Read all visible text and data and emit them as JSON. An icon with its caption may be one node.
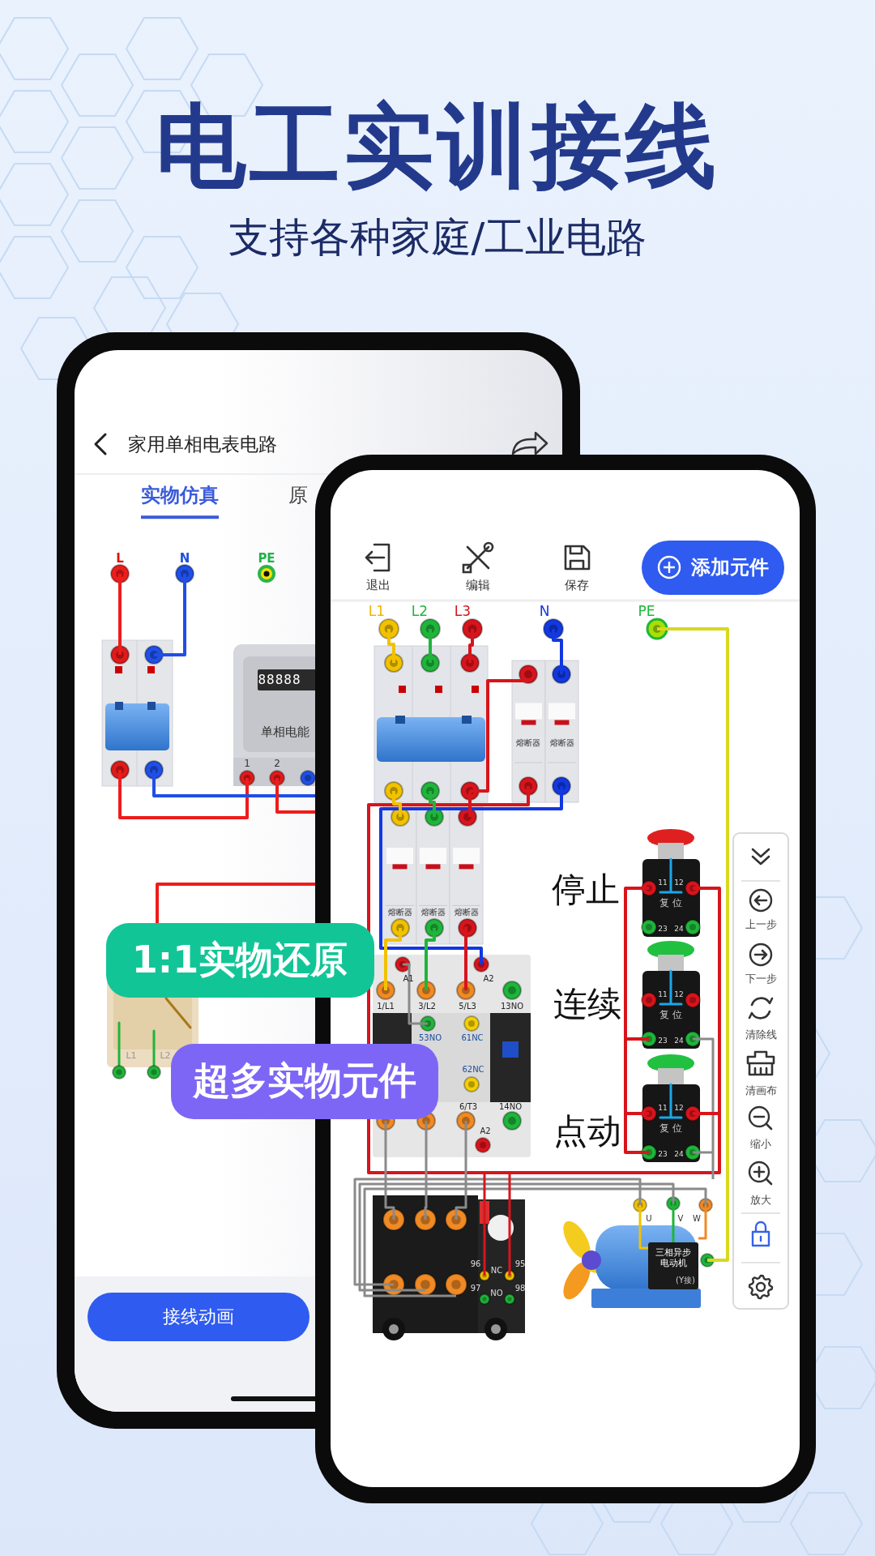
{
  "diagram": {
    "title": "电工实训接线",
    "labels": [
      "支持各种家庭/工业电路",
      "家用单相电表电路",
      "实物仿真",
      "原",
      "88888",
      "单相电能",
      "L",
      "N",
      "PE",
      "1",
      "2",
      "L1",
      "L2",
      "1:1实物还原",
      "超多实物元件",
      "接线动画",
      "退出",
      "编辑",
      "保存",
      "添加元件",
      "L1",
      "L2",
      "L3",
      "N",
      "PE",
      "熔断器",
      "熔断器",
      "熔断器",
      "熔断器",
      "熔断器",
      "停止",
      "连续",
      "点动",
      "11",
      "12",
      "复 位",
      "23",
      "24",
      "11",
      "12",
      "复 位",
      "23",
      "24",
      "11",
      "12",
      "复 位",
      "23",
      "24",
      "A1",
      "A2",
      "1/L1",
      "3/L2",
      "5/L3",
      "13NO",
      "53NO",
      "61NC",
      "62NC",
      "6/T3",
      "14NO",
      "A2",
      "96",
      "NC",
      "95",
      "97",
      "NO",
      "98",
      "U",
      "V",
      "W",
      "三相异步电动机",
      "(Y接)",
      "上一步",
      "下一步",
      "清除线",
      "清画布",
      "缩小",
      "放大"
    ]
  }
}
